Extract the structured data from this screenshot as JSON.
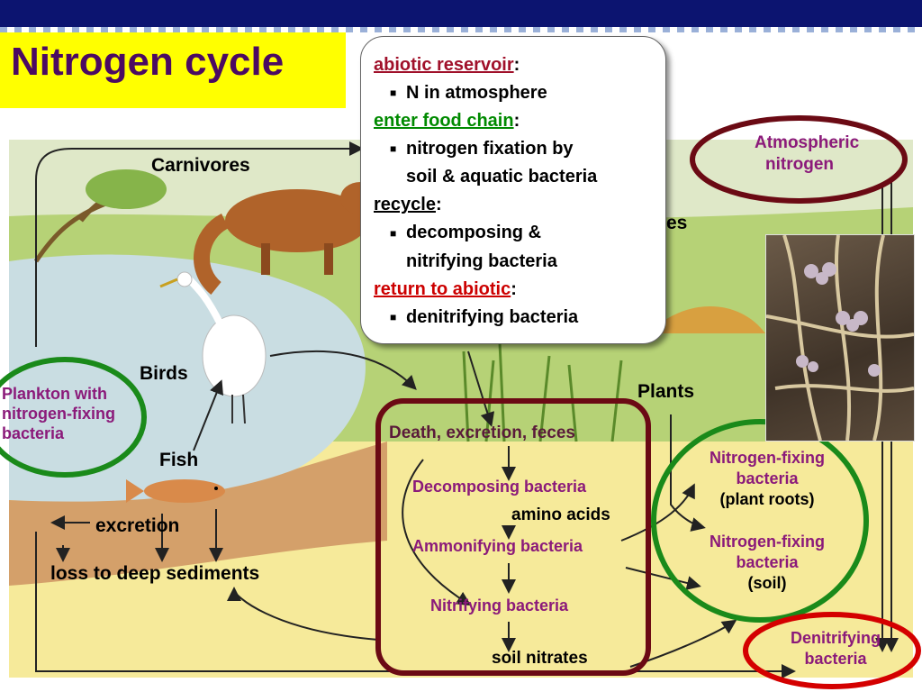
{
  "title": "Nitrogen cycle",
  "callout": {
    "abiotic_reservoir": "abiotic reservoir",
    "n_in_atmosphere": "N in atmosphere",
    "enter_food_chain": "enter food chain",
    "nitrogen_fixation_line1": "nitrogen fixation by",
    "nitrogen_fixation_line2": "soil & aquatic bacteria",
    "recycle": "recycle",
    "decomposing_line1": "decomposing &",
    "decomposing_line2": "nitrifying bacteria",
    "return_to_abiotic": "return to abiotic",
    "denitrifying": "denitrifying bacteria",
    "colon": ":"
  },
  "labels": {
    "carnivores": "Carnivores",
    "herbivores_partial": "es",
    "birds": "Birds",
    "fish": "Fish",
    "plants": "Plants",
    "excretion": "excretion",
    "loss": "loss to deep sediments",
    "death": "Death, excretion, feces",
    "amino_acids": "amino acids",
    "soil_nitrates": "soil nitrates",
    "atmospheric_line1": "Atmospheric",
    "atmospheric_line2": "nitrogen",
    "plankton_line1": "Plankton with",
    "plankton_line2": "nitrogen-fixing",
    "plankton_line3": "bacteria",
    "decomposing_bacteria": "Decomposing bacteria",
    "ammonifying_bacteria": "Ammonifying bacteria",
    "nitrifying_bacteria": "Nitrifying bacteria",
    "nfix_roots_line1": "Nitrogen-fixing",
    "nfix_roots_line2": "bacteria",
    "nfix_roots_line3": "(plant roots)",
    "nfix_soil_line1": "Nitrogen-fixing",
    "nfix_soil_line2": "bacteria",
    "nfix_soil_line3": "(soil)",
    "denitrifying_line1": "Denitrifying",
    "denitrifying_line2": "bacteria"
  },
  "colors": {
    "header": "#0c1470",
    "title_bg": "#ffff00",
    "title_text": "#4b0a62",
    "abiotic": "#a0102a",
    "food_chain": "#008a00",
    "return": "#cc0000",
    "label_purple": "#8b1a7a",
    "ring_dark_red": "#6b0a14",
    "ring_green": "#1a8a1a",
    "ring_red": "#d40000"
  },
  "icons": [
    "fox-illustration",
    "egret-illustration",
    "fish-illustration",
    "root-nodules-photo"
  ]
}
